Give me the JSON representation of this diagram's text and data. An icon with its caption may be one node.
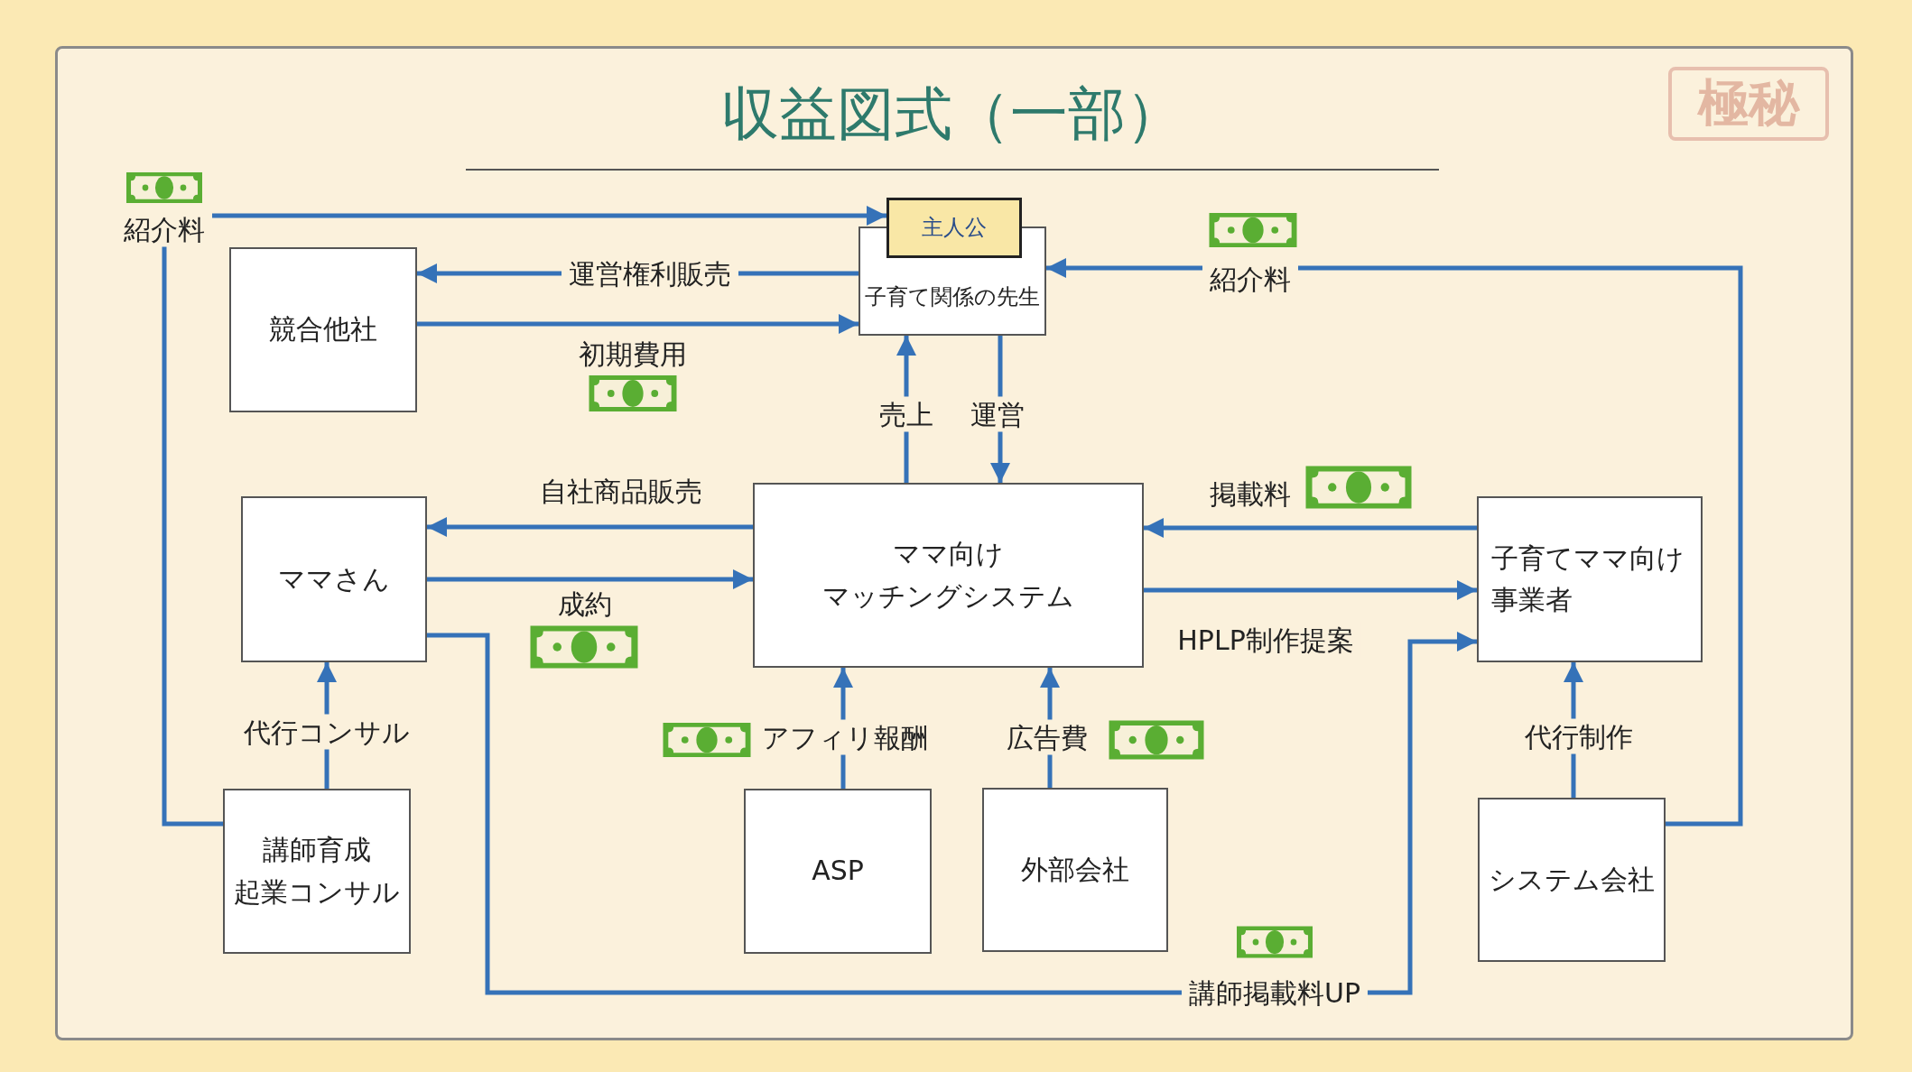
{
  "diagram": {
    "title": "収益図式（一部）",
    "nodes": [
      {
        "text": [
          "主人公"
        ]
      },
      {
        "text": [
          "子育て関係の先生"
        ]
      },
      {
        "text": [
          "競合他社"
        ]
      },
      {
        "text": [
          "ママさん"
        ]
      },
      {
        "text": [
          "ママ向け",
          "マッチングシステム"
        ]
      },
      {
        "text": [
          "子育てママ向け事業者"
        ]
      },
      {
        "text": [
          "講師育成",
          "起業コンサル"
        ]
      },
      {
        "text": [
          "ASP"
        ]
      },
      {
        "text": [
          "外部会社"
        ]
      },
      {
        "text": [
          "システム会社"
        ]
      }
    ],
    "edges": [
      {
        "from": 6,
        "to": 0,
        "arrow": "to",
        "label": "紹介料"
      },
      {
        "from": 1,
        "to": 2,
        "arrow": "to",
        "label": "運営権利販売"
      },
      {
        "from": 2,
        "to": 1,
        "arrow": "to",
        "label": "初期費用"
      },
      {
        "from": 9,
        "to": 1,
        "arrow": "to",
        "label": "紹介料"
      },
      {
        "from": 4,
        "to": 1,
        "arrow": "to",
        "label": "売上"
      },
      {
        "from": 1,
        "to": 4,
        "arrow": "to",
        "label": "運営"
      },
      {
        "from": 4,
        "to": 3,
        "arrow": "to",
        "label": "自社商品販売"
      },
      {
        "from": 3,
        "to": 4,
        "arrow": "to",
        "label": "成約"
      },
      {
        "from": 5,
        "to": 4,
        "arrow": "to",
        "label": "掲載料"
      },
      {
        "from": 4,
        "to": 5,
        "arrow": "to",
        "label": "HPLP制作提案"
      },
      {
        "from": 3,
        "to": 5,
        "arrow": "to",
        "label": "講師掲載料UP"
      },
      {
        "from": 6,
        "to": 3,
        "arrow": "to",
        "label": "代行コンサル"
      },
      {
        "from": 7,
        "to": 4,
        "arrow": "to",
        "label": "アフィリ報酬"
      },
      {
        "from": 8,
        "to": 4,
        "arrow": "to",
        "label": "広告費"
      },
      {
        "from": 9,
        "to": 5,
        "arrow": "to",
        "label": "代行制作"
      }
    ],
    "labels": [
      "極秘"
    ]
  }
}
